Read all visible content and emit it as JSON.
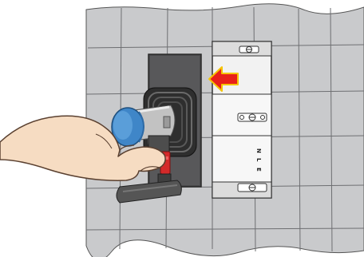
{
  "illustration": {
    "subject": "hand-held-plug-insertion",
    "arrow_color": "#e8201a",
    "wall_color": "#c9cacc",
    "plug_cap_color": "#3f86c8",
    "strain_relief_color": "#d42a2a"
  },
  "socket_terminals": {
    "label_n": "N",
    "label_l": "L",
    "label_e": "E"
  }
}
